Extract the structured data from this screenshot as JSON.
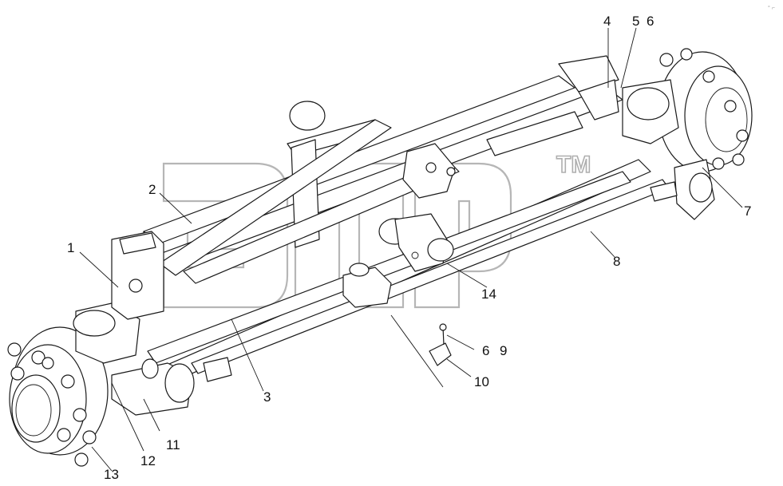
{
  "diagram": {
    "callouts": [
      {
        "id": "c1",
        "label": "1"
      },
      {
        "id": "c2",
        "label": "2"
      },
      {
        "id": "c3",
        "label": "3"
      },
      {
        "id": "c4",
        "label": "4"
      },
      {
        "id": "c5",
        "label": "5"
      },
      {
        "id": "c6a",
        "label": "6"
      },
      {
        "id": "c6b",
        "label": "6"
      },
      {
        "id": "c7",
        "label": "7"
      },
      {
        "id": "c8",
        "label": "8"
      },
      {
        "id": "c9",
        "label": "9"
      },
      {
        "id": "c10",
        "label": "10"
      },
      {
        "id": "c11",
        "label": "11"
      },
      {
        "id": "c12",
        "label": "12"
      },
      {
        "id": "c13",
        "label": "13"
      },
      {
        "id": "c14",
        "label": "14"
      }
    ],
    "watermark": {
      "logo_text": "элр",
      "trademark": "TM"
    },
    "corner_mark": "° ⌐"
  },
  "colors": {
    "line": "#1a1a1a",
    "watermark": "#7a7a7a",
    "background": "#ffffff"
  }
}
